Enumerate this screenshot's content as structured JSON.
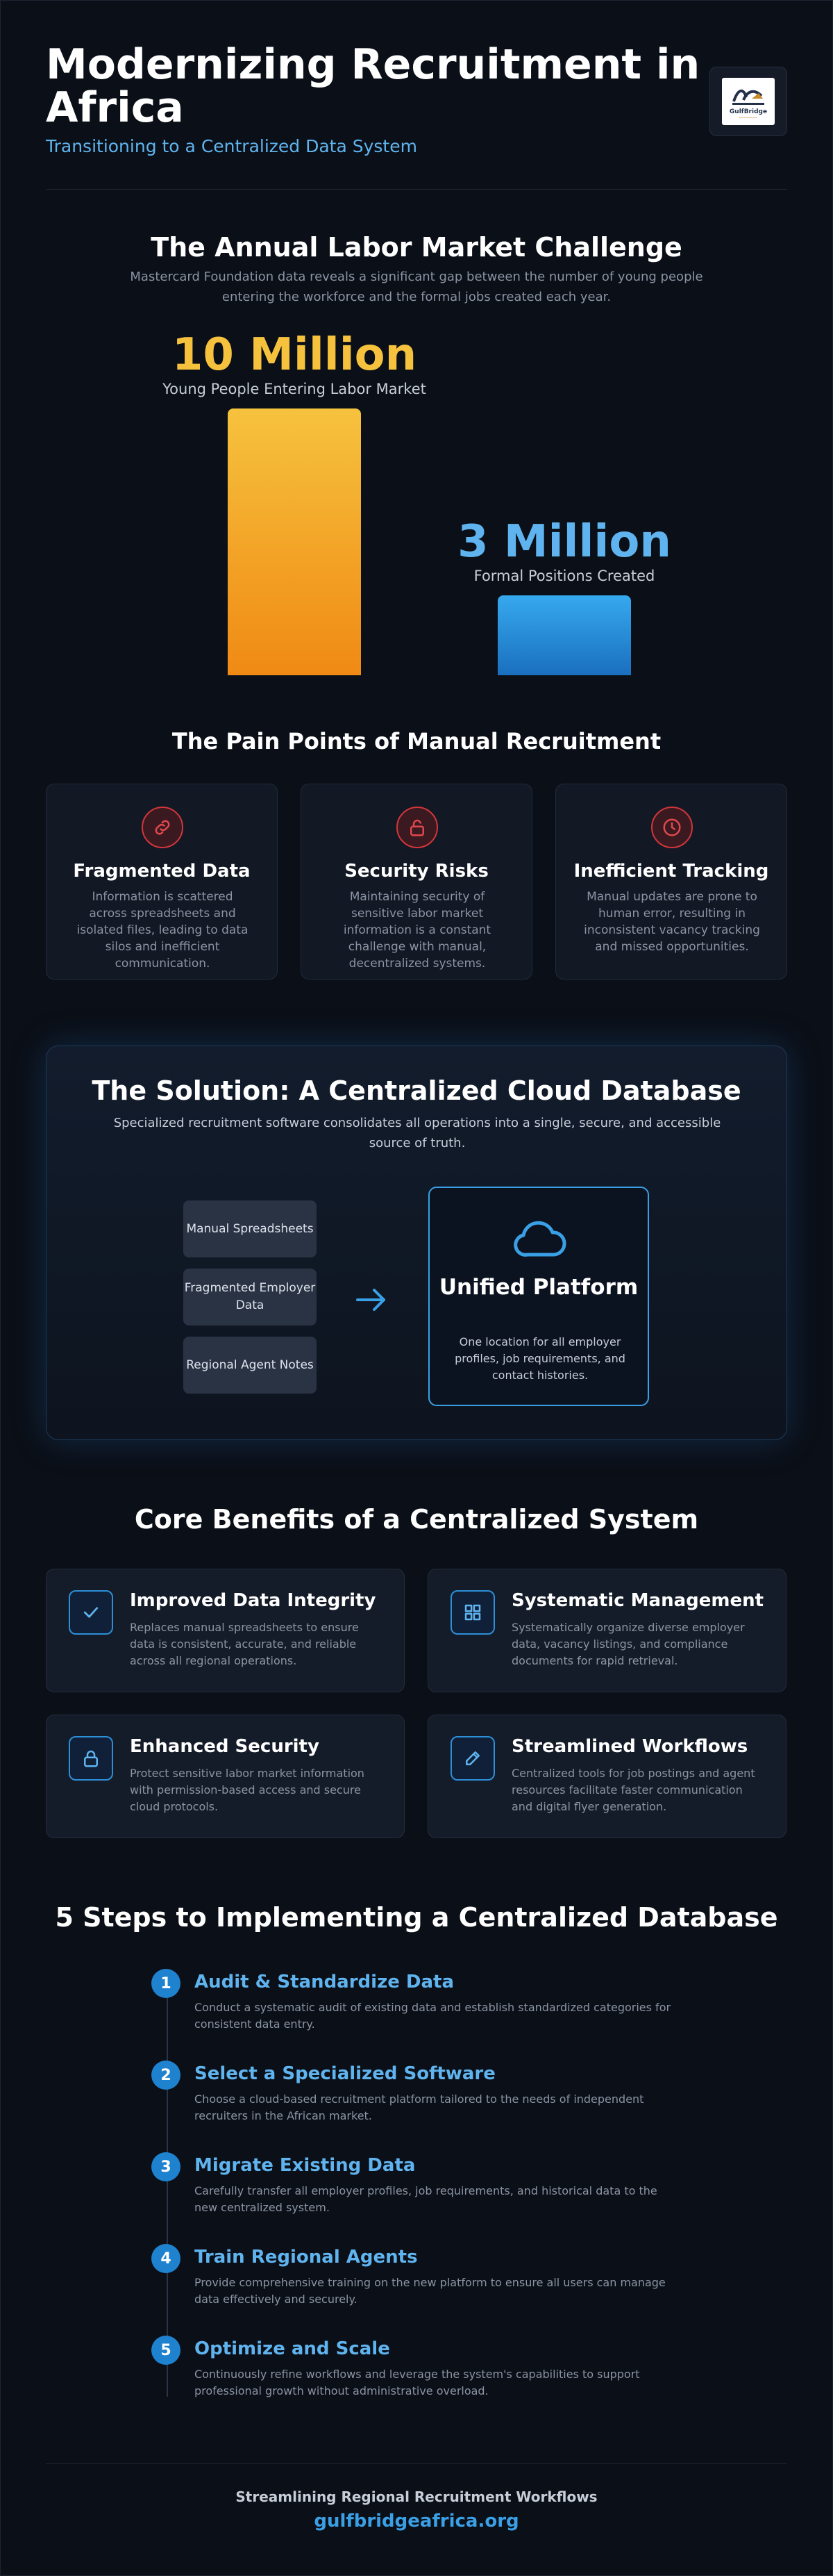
{
  "header": {
    "title": "Modernizing Recruitment in Africa",
    "subtitle": "Transitioning to a Centralized Data System",
    "logo_name": "GulfBridge"
  },
  "challenge": {
    "title": "The Annual Labor Market Challenge",
    "description": "Mastercard Foundation data reveals a significant gap between the number of young people entering the workforce and the formal jobs created each year."
  },
  "chart_data": {
    "type": "bar",
    "categories": [
      "Young People Entering Labor Market",
      "Formal Positions Created"
    ],
    "values": [
      10000000,
      3000000
    ],
    "value_labels": [
      "10 Million",
      "3 Million"
    ],
    "colors": [
      "#f6c23e",
      "#36a9ee"
    ]
  },
  "pain_points": {
    "title": "The Pain Points of Manual Recruitment",
    "items": [
      {
        "icon": "link-icon",
        "title": "Fragmented Data",
        "desc": "Information is scattered across spreadsheets and isolated files, leading to data silos and inefficient communication."
      },
      {
        "icon": "lock-icon",
        "title": "Security Risks",
        "desc": "Maintaining security of sensitive labor market information is a constant challenge with manual, decentralized systems."
      },
      {
        "icon": "clock-icon",
        "title": "Inefficient Tracking",
        "desc": "Manual updates are prone to human error, resulting in inconsistent vacancy tracking and missed opportunities."
      }
    ]
  },
  "solution": {
    "title": "The Solution: A Centralized Cloud Database",
    "description": "Specialized recruitment software consolidates all operations into a single, secure, and accessible source of truth.",
    "sources": [
      "Manual Spreadsheets",
      "Fragmented Employer Data",
      "Regional Agent Notes"
    ],
    "unified_title": "Unified Platform",
    "unified_desc": "One location for all employer profiles, job requirements, and contact histories."
  },
  "benefits": {
    "title": "Core Benefits of a Centralized System",
    "items": [
      {
        "icon": "check-icon",
        "title": "Improved Data Integrity",
        "desc": "Replaces manual spreadsheets to ensure data is consistent, accurate, and reliable across all regional operations."
      },
      {
        "icon": "grid-icon",
        "title": "Systematic Management",
        "desc": "Systematically organize diverse employer data, vacancy listings, and compliance documents for rapid retrieval."
      },
      {
        "icon": "lock-icon",
        "title": "Enhanced Security",
        "desc": "Protect sensitive labor market information with permission-based access and secure cloud protocols."
      },
      {
        "icon": "pen-icon",
        "title": "Streamlined Workflows",
        "desc": "Centralized tools for job postings and agent resources facilitate faster communication and digital flyer generation."
      }
    ]
  },
  "steps": {
    "title": "5 Steps to Implementing a Centralized Database",
    "items": [
      {
        "num": "1",
        "title": "Audit & Standardize Data",
        "desc": "Conduct a systematic audit of existing data and establish standardized categories for consistent data entry."
      },
      {
        "num": "2",
        "title": "Select a Specialized Software",
        "desc": "Choose a cloud-based recruitment platform tailored to the needs of independent recruiters in the African market."
      },
      {
        "num": "3",
        "title": "Migrate Existing Data",
        "desc": "Carefully transfer all employer profiles, job requirements, and historical data to the new centralized system."
      },
      {
        "num": "4",
        "title": "Train Regional Agents",
        "desc": "Provide comprehensive training on the new platform to ensure all users can manage data effectively and securely."
      },
      {
        "num": "5",
        "title": "Optimize and Scale",
        "desc": "Continuously refine workflows and leverage the system's capabilities to support professional growth without administrative overload."
      }
    ]
  },
  "footer": {
    "title": "Streamlining Regional Recruitment Workflows",
    "link": "gulfbridgeafrica.org"
  }
}
